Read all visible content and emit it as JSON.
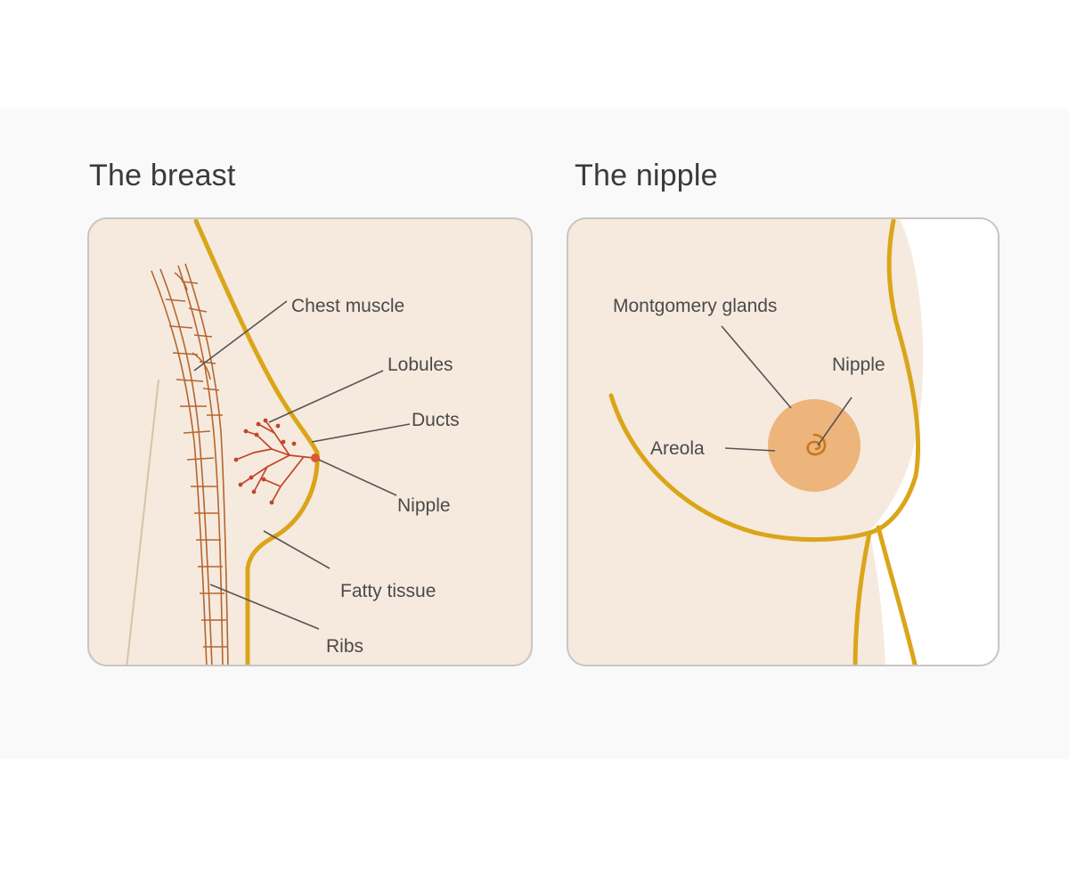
{
  "panels": {
    "breast": {
      "title": "The breast",
      "labels": {
        "chest_muscle": "Chest muscle",
        "lobules": "Lobules",
        "ducts": "Ducts",
        "nipple": "Nipple",
        "fatty_tissue": "Fatty tissue",
        "ribs": "Ribs"
      }
    },
    "nipple": {
      "title": "The nipple",
      "labels": {
        "montgomery_glands": "Montgomery glands",
        "nipple": "Nipple",
        "areola": "Areola"
      }
    }
  },
  "colors": {
    "panel_background": "#f6eade",
    "outline": "#dba51a",
    "ribs": "#b5652f",
    "ducts_lobules": "#c2452a",
    "areola": "#edb47c",
    "panel_border": "#c9c5c0"
  }
}
